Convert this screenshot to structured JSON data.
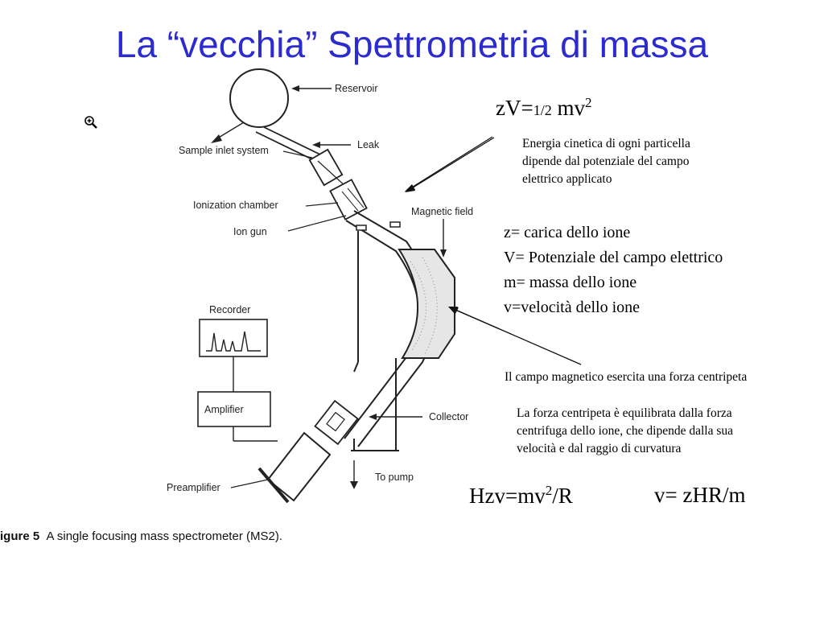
{
  "title": "La “vecchia” Spettrometria di massa",
  "formula_top": {
    "base": "zV=",
    "fraction": "1/2",
    "rest": " mv",
    "sup": "2"
  },
  "energy_note": [
    "Energia cinetica di ogni particella",
    "dipende dal potenziale del campo",
    "elettrico applicato"
  ],
  "definitions": [
    "z= carica dello ione",
    "V= Potenziale del campo elettrico",
    "m= massa dello ione",
    "v=velocità dello ione"
  ],
  "magnetic_force_note": "Il campo magnetico esercita una forza centripeta",
  "balance_note": [
    "La forza centripeta è equilibrata dalla forza",
    "centrifuga dello ione, che dipende dalla sua",
    "velocità e dal raggio di curvatura"
  ],
  "equation_left": {
    "a": "Hzv=mv",
    "sup": "2",
    "b": "/R"
  },
  "equation_right": "v= zHR/m",
  "diagram_labels": {
    "reservoir": "Reservoir",
    "sample_inlet": "Sample inlet system",
    "leak": "Leak",
    "ionization_chamber": "Ionization chamber",
    "ion_gun": "Ion gun",
    "magnetic_field": "Magnetic field",
    "recorder": "Recorder",
    "amplifier": "Amplifier",
    "collector": "Collector",
    "to_pump": "To pump",
    "preamplifier": "Preamplifier"
  },
  "caption": {
    "figure": "igure 5",
    "text": "A single focusing mass spectrometer (MS2)."
  },
  "icons": {
    "zoom": "zoom-in-icon"
  },
  "colors": {
    "title": "#2b2bd0"
  }
}
